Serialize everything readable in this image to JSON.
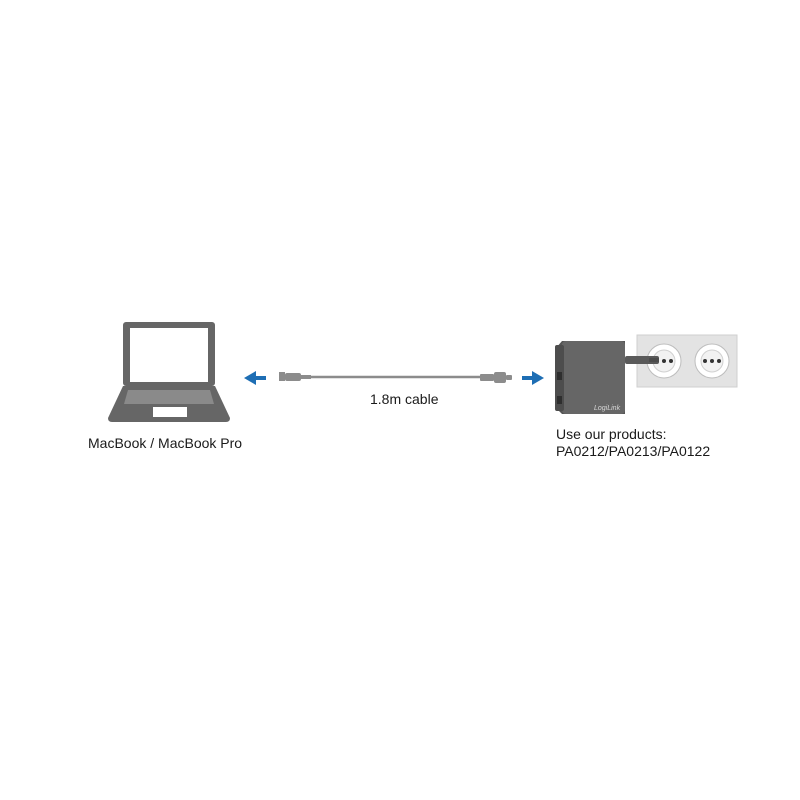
{
  "laptop": {
    "label": "MacBook / MacBook Pro"
  },
  "cable": {
    "label": "1.8m cable"
  },
  "charger": {
    "brand": "LogiLink",
    "products_intro": "Use our products:",
    "products_codes": "PA0212/PA0213/PA0122"
  },
  "colors": {
    "device_gray": "#666666",
    "device_dark": "#4d4d4d",
    "screen_white": "#ffffff",
    "cable_gray": "#8c8c8c",
    "arrow_blue": "#1e6eb4",
    "socket_panel": "#e3e3e3"
  },
  "icons": {
    "laptop": "laptop-icon",
    "connector_left": "magsafe-connector-icon",
    "connector_right": "usb-c-connector-icon",
    "arrow_left": "arrow-left-icon",
    "arrow_right": "arrow-right-icon",
    "charger": "wall-charger-icon",
    "socket": "power-socket-icon"
  }
}
